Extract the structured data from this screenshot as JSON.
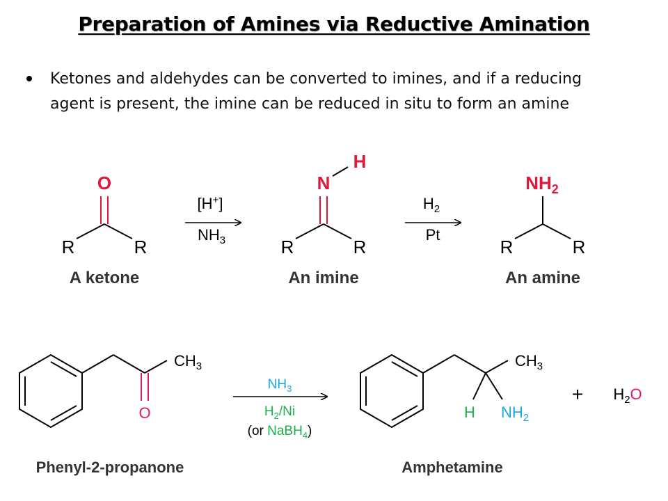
{
  "slide": {
    "title": "Preparation of Amines via Reductive Amination",
    "bullet": "Ketones and aldehydes can be converted to imines, and if a reducing agent is present, the imine can be reduced in situ to form an amine"
  },
  "scheme1": {
    "ketone": {
      "carbonyl_atom": "O",
      "r_left": "R",
      "r_right": "R",
      "caption": "A ketone"
    },
    "step1": {
      "above": "[H",
      "above_sup": "+",
      "above_close": "]",
      "below": "NH",
      "below_sub": "3"
    },
    "imine": {
      "n_atom": "N",
      "h_atom": "H",
      "r_left": "R",
      "r_right": "R",
      "caption": "An imine"
    },
    "step2": {
      "above": "H",
      "above_sub": "2",
      "below": "Pt"
    },
    "amine": {
      "group": "NH",
      "group_sub": "2",
      "r_left": "R",
      "r_right": "R",
      "caption": "An amine"
    }
  },
  "scheme2": {
    "reactant": {
      "methyl": "CH",
      "methyl_sub": "3",
      "oxygen": "O",
      "caption": "Phenyl-2-propanone"
    },
    "reagents": {
      "line1": "NH",
      "line1_sub": "3",
      "line2": "H",
      "line2_sub": "2",
      "line2_rest": "/Ni",
      "line3_open": "(or ",
      "line3_reagent": "NaBH",
      "line3_sub": "4",
      "line3_close": ")"
    },
    "product": {
      "methyl": "CH",
      "methyl_sub": "3",
      "h_atom": "H",
      "amine": "NH",
      "amine_sub": "2",
      "caption": "Amphetamine"
    },
    "plus": "+",
    "water": {
      "h": "H",
      "h_sub": "2",
      "o": "O"
    }
  },
  "colors": {
    "red": "#e0183c",
    "magenta": "#e0186f",
    "cyan": "#1aa9e0",
    "green": "#1cb24b",
    "caption_gray": "#333333"
  }
}
